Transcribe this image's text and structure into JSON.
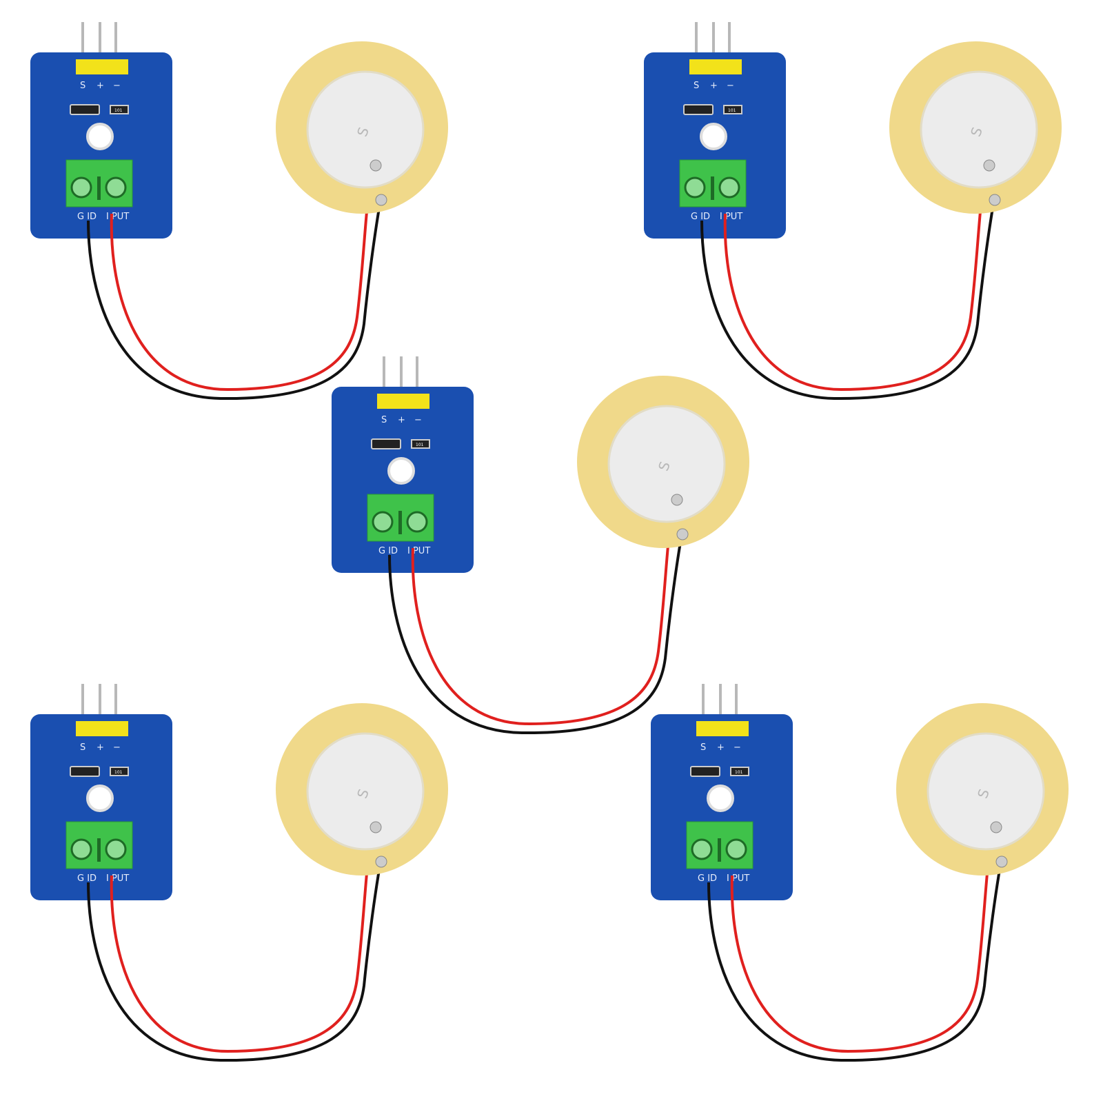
{
  "modules": [
    {
      "pin_labels": [
        "S",
        "+",
        "−"
      ],
      "resistor_marking": "101",
      "terminal_labels": [
        "G ID",
        "I PUT"
      ],
      "piezo_marking": "S"
    },
    {
      "pin_labels": [
        "S",
        "+",
        "−"
      ],
      "resistor_marking": "101",
      "terminal_labels": [
        "G ID",
        "I PUT"
      ],
      "piezo_marking": "S"
    },
    {
      "pin_labels": [
        "S",
        "+",
        "−"
      ],
      "resistor_marking": "101",
      "terminal_labels": [
        "G ID",
        "I PUT"
      ],
      "piezo_marking": "S"
    },
    {
      "pin_labels": [
        "S",
        "+",
        "−"
      ],
      "resistor_marking": "101",
      "terminal_labels": [
        "G ID",
        "I PUT"
      ],
      "piezo_marking": "S"
    },
    {
      "pin_labels": [
        "S",
        "+",
        "−"
      ],
      "resistor_marking": "101",
      "terminal_labels": [
        "G ID",
        "I PUT"
      ],
      "piezo_marking": "S"
    }
  ],
  "colors": {
    "pcb": "#1a4fb0",
    "header": "#f2e21a",
    "terminal": "#3fc24a",
    "piezo_brass": "#f0d98a",
    "piezo_ceramic": "#ececec",
    "wire_red": "#e0201e",
    "wire_black": "#111111"
  }
}
